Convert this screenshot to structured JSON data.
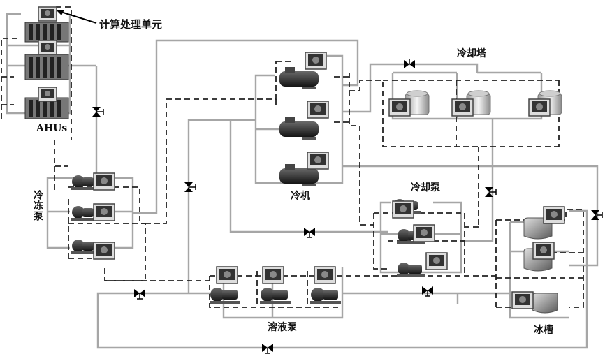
{
  "labels": {
    "computing_unit": "计算处理单元",
    "ahus": "AHUs",
    "chilled_pump": "冷冻泵",
    "chiller": "冷机",
    "cooling_tower": "冷却塔",
    "cooling_pump": "冷却泵",
    "solution_pump": "溶液泵",
    "ice_tank": "冰槽"
  },
  "colors": {
    "water_pipe": "#a6a6a6",
    "control_line": "#222222",
    "valve": "#000000"
  }
}
